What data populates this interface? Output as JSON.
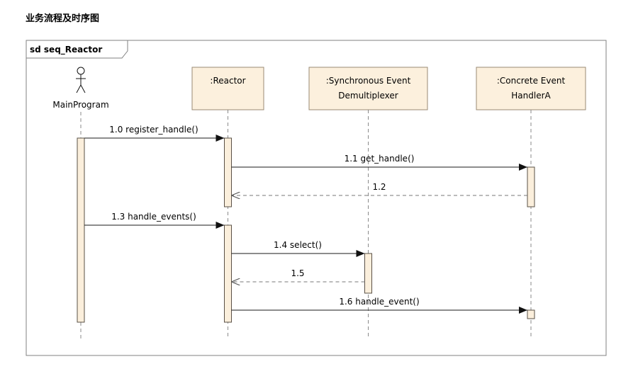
{
  "page": {
    "heading": "业务流程及时序图"
  },
  "frame": {
    "title": "sd seq_Reactor"
  },
  "actor": {
    "name": "MainProgram"
  },
  "lifelines": [
    {
      "id": "reactor",
      "label_lines": [
        ":Reactor"
      ]
    },
    {
      "id": "demux",
      "label_lines": [
        ":Synchronous Event",
        "Demultiplexer"
      ]
    },
    {
      "id": "handler",
      "label_lines": [
        ":Concrete Event",
        "HandlerA"
      ]
    }
  ],
  "messages": [
    {
      "id": "m10",
      "label": "1.0 register_handle()",
      "from": "actor",
      "to": "reactor",
      "kind": "sync"
    },
    {
      "id": "m11",
      "label": "1.1 get_handle()",
      "from": "reactor",
      "to": "handler",
      "kind": "sync"
    },
    {
      "id": "m12",
      "label": "1.2",
      "from": "handler",
      "to": "reactor",
      "kind": "return"
    },
    {
      "id": "m13",
      "label": "1.3 handle_events()",
      "from": "actor",
      "to": "reactor",
      "kind": "sync"
    },
    {
      "id": "m14",
      "label": "1.4 select()",
      "from": "reactor",
      "to": "demux",
      "kind": "sync"
    },
    {
      "id": "m15",
      "label": "1.5",
      "from": "demux",
      "to": "reactor",
      "kind": "return"
    },
    {
      "id": "m16",
      "label": "1.6 handle_event()",
      "from": "reactor",
      "to": "handler",
      "kind": "sync"
    }
  ],
  "colors": {
    "frame_border": "#808080",
    "lifeline_head_fill": "#fcf0dd",
    "lifeline_head_border": "#9a8a74",
    "activation_fill": "#fbefdc",
    "activation_border": "#5a5046",
    "line": "#1a1a1a",
    "dashed": "#8a8a8a"
  }
}
